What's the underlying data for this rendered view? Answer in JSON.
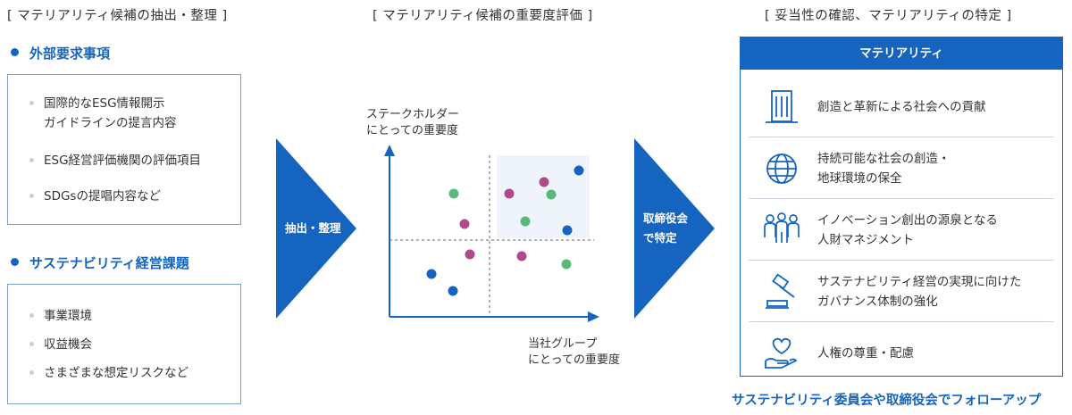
{
  "titles": {
    "extract": "[ マテリアリティ候補の抽出・整理 ]",
    "evaluate": "[ マテリアリティ候補の重要度評価 ]",
    "identify": "[ 妥当性の確認、マテリアリティの特定 ]"
  },
  "external": {
    "heading": "外部要求事項",
    "items": [
      "国際的なESG情報開示\nガイドラインの提言内容",
      "ESG経営評価機関の評価項目",
      "SDGsの提唱内容など"
    ]
  },
  "sustainability": {
    "heading": "サステナビリティ経営課題",
    "items": [
      "事業環境",
      "収益機会",
      "さまざまな想定リスクなど"
    ]
  },
  "arrows": {
    "first": "抽出・整理",
    "second_line1": "取締役会",
    "second_line2": "で特定"
  },
  "matrix": {
    "y_label": "ステークホルダー\nにとっての重要度",
    "x_label": "当社グループ\nにとっての重要度",
    "colors": {
      "blue": "#1565c0",
      "green": "#5cb87a",
      "magenta": "#b04a8a",
      "highlight": "#eef4fa"
    }
  },
  "materiality": {
    "header": "マテリアリティ",
    "items": [
      {
        "icon": "building-icon",
        "text": "創造と革新による社会への貢献"
      },
      {
        "icon": "globe-icon",
        "text": "持続可能な社会の創造・\n地球環境の保全"
      },
      {
        "icon": "people-icon",
        "text": "イノベーション創出の源泉となる\n人財マネジメント"
      },
      {
        "icon": "gavel-icon",
        "text": "サステナビリティ経営の実現に向けた\nガバナンス体制の強化"
      },
      {
        "icon": "heart-hand-icon",
        "text": "人権の尊重・配慮"
      }
    ]
  },
  "footer": "サステナビリティ委員会や取締役会でフォローアップ",
  "accent": "#1565c0"
}
